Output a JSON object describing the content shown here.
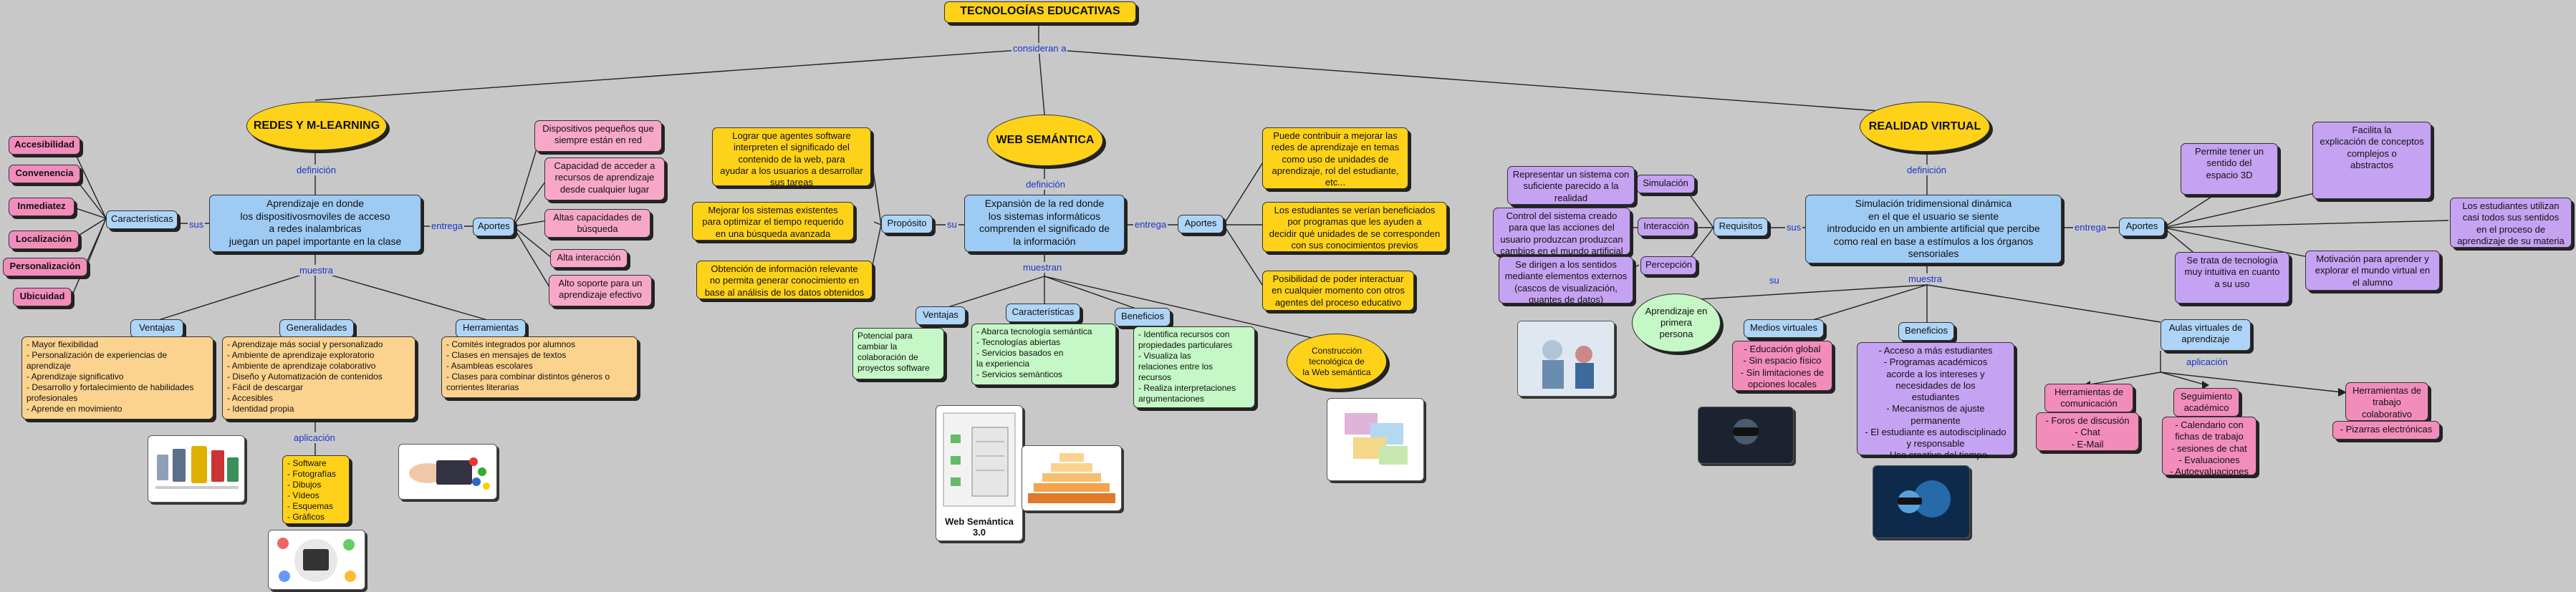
{
  "title": "TECNOLOGÍAS EDUCATIVAS",
  "link_consideran": "consideran a",
  "redes": {
    "title": "REDES Y M-LEARNING",
    "definicion_label": "definición",
    "definicion": "Aprendizaje en donde\nlos dispositivosmoviles de acceso\na redes inalambricas\njuegan un papel importante en la clase",
    "sus_label": "sus",
    "caracteristicas": "Características",
    "carac_items": [
      "Accesibilidad",
      "Convenencia",
      "Inmediatez",
      "Localización",
      "Personalización",
      "Ubicuidad"
    ],
    "entrega_label": "entrega",
    "aportes": "Aportes",
    "aportes_items": [
      "Dispositivos pequeños que\nsiempre están en red",
      "Capacidad de acceder a\nrecursos  de aprendizaje\ndesde cualquier lugar",
      "Altas capacidades de\nbúsqueda",
      "Alta interacción",
      "Alto soporte para un\naprendizaje efectivo"
    ],
    "muestra_label": "muestra",
    "ventajas": "Ventajas",
    "ventajas_text": "- Mayor flexibilidad\n- Personalización de experiencias de aprendizaje\n- Aprendizaje significativo\n- Desarrollo y fortalecimiento de habilidades profesionales\n- Aprende en movimiento",
    "generalidades": "Generalidades",
    "generalidades_text": "- Aprendizaje más social y personalizado\n- Ambiente de aprendizaje exploratorio\n- Ambiente de aprendizaje colaborativo\n- Diseño y Automatización de contenidos\n- Fácil de descargar\n- Accesibles\n- Identidad propia",
    "herramientas": "Herramientas",
    "herramientas_text": "- Comités integrados por alumnos\n- Clases en mensajes de textos\n- Asambleas escolares\n- Clases para combinar distintos géneros o corrientes literarias",
    "aplicacion_label": "aplicación",
    "aplicacion_text": "- Software\n- Fotografías\n- Dibujos\n- Vídeos\n- Esquemas\n- Gráficos"
  },
  "web": {
    "title": "WEB SEMÁNTICA",
    "definicion_label": "definición",
    "definicion": "Expansión de la red donde\nlos sistemas informáticos\ncomprenden el significado de\nla información",
    "su_label": "su",
    "proposito": "Propósito",
    "proposito_items": [
      "Lograr que agentes software\ninterpreten el significado del\ncontenido de la web, para\nayudar a los usuarios a desarrollar\nsus tareas",
      "Mejorar los sistemas existentes\npara optimizar el tiempo requerido\nen una búsqueda avanzada",
      "Obtención de información relevante\nno permita generar conocimiento en\nbase al análisis de los datos obtenidos"
    ],
    "entrega_label": "entrega",
    "aportes": "Aportes",
    "aportes_items": [
      "Puede contribuir a mejorar las\nredes de aprendizaje en temas\ncomo uso de unidades  de\naprendizaje, rol del estudiante,\netc...",
      "Los estudiantes se verían beneficiados\npor programas que les ayuden a\ndecidir qué unidades de se corresponden\ncon sus conocimientos previos",
      "Posibilidad de poder interactuar\nen cualquier momento con otros\nagentes del proceso educativo"
    ],
    "muestra_label": "muestran",
    "ventajas": "Ventajas",
    "ventajas_text": "Potencial para\ncambiar la\ncolaboración de\nproyectos software",
    "caracteristicas": "Características",
    "carac_text": "- Abarca tecnología semántica\n- Tecnologías abiertas\n- Servicios basados en\nla experiencia\n- Servicios semánticos",
    "beneficios": "Beneficios",
    "beneficios_text": "- Identifica recursos con\npropiedades particulares\n- Visualiza las\nrelaciones entre los\nrecursos\n- Realiza interpretaciones\nargumentaciones",
    "construccion": "Construcción\ntecnológica de\nla Web semántica",
    "web30_caption": "Web Semántica\n3.0"
  },
  "rv": {
    "title": "REALIDAD VIRTUAL",
    "definicion_label": "definición",
    "definicion": "Simulación tridimensional dinámica\nen el que el usuario se siente\nintroducido en un ambiente artificial que percibe\ncomo real en base a estímulos a los órganos\nsensoriales",
    "sus_label": "sus",
    "requisitos": "Requisitos",
    "req_items": [
      "Simulación",
      "Interacción",
      "Percepción"
    ],
    "req_desc": [
      "Representar un sistema con\nsuficiente parecido a la\nrealidad",
      "Control del sistema creado\npara que las acciones del\nusuario produzcan produzcan\ncambios en el mundo artificial",
      "Se dirigen a los sentidos\nmediante elementos externos\n(cascos de visualización,\nguantes de datos)"
    ],
    "entrega_label": "entrega",
    "aportes": "Aportes",
    "aportes_items": [
      "Permite tener un\nsentido del\nespacio 3D",
      "Facilita la\nexplicación de conceptos\ncomplejos o\nabstractos",
      "Los estudiantes utilizan\ncasi todos sus sentidos\nen el proceso de\naprendizaje de su materia",
      "Se trata de tecnología\nmuy intuitiva en cuanto\na su uso",
      "Motivación para aprender y\nexplorar el mundo virtual en\nel alumno"
    ],
    "muestra_label": "muestra",
    "su_label": "su",
    "aprendizaje": "Aprendizaje en\nprimera\npersona",
    "medios": "Medios virtuales",
    "medios_text": "- Educación global\n- Sin espacio físico\n- Sin limitaciones de\nopciones locales",
    "beneficios": "Beneficios",
    "beneficios_text": "- Acceso a más estudiantes\n- Programas académicos\nacorde a los intereses y\nnecesidades de los\nestudiantes\n- Mecanismos de ajuste\npermanente\n- El estudiante es autodisciplinado\ny responsable\n- Uso creativo del tiempo",
    "aulas": "Aulas virtuales de\naprendizaje",
    "aplicacion_label": "aplicación",
    "herr_com": "Herramientas de\ncomunicación",
    "herr_com_text": "- Foros de discusión\n- Chat\n- E-Mail",
    "seguimiento": "Seguimiento\nacadémico",
    "seguimiento_text": "- Calendario con\nfichas de trabajo\n- sesiones de chat\n- Evaluaciones\n- Autoevaluaciones",
    "herr_trab": "Herramientas de\ntrabajo\ncolaborativo",
    "herr_trab_text": "- Pizarras electrónicas"
  }
}
